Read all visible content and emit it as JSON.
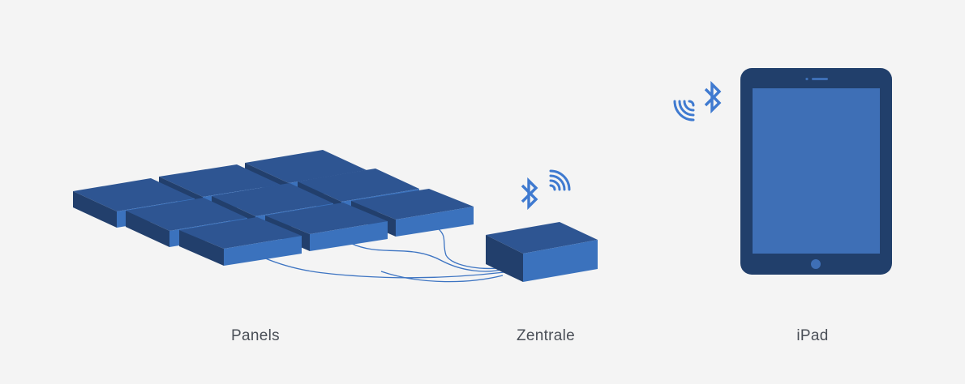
{
  "labels": {
    "panels": "Panels",
    "zentrale": "Zentrale",
    "ipad": "iPad"
  },
  "icons": {
    "central_bluetooth": "bluetooth-icon",
    "central_signal": "wifi-signal-icon",
    "ipad_bluetooth": "bluetooth-icon",
    "ipad_signal": "wifi-signal-icon"
  },
  "colors": {
    "background": "#f4f4f4",
    "panel_top": "#2e5592",
    "panel_side": "#223f6c",
    "panel_front": "#3b72bd",
    "cable": "#3d74c2",
    "icon": "#3f7ad0",
    "ipad_frame": "#213f6b",
    "ipad_screen": "#3e6fb6",
    "label_text": "#4a4f57"
  }
}
